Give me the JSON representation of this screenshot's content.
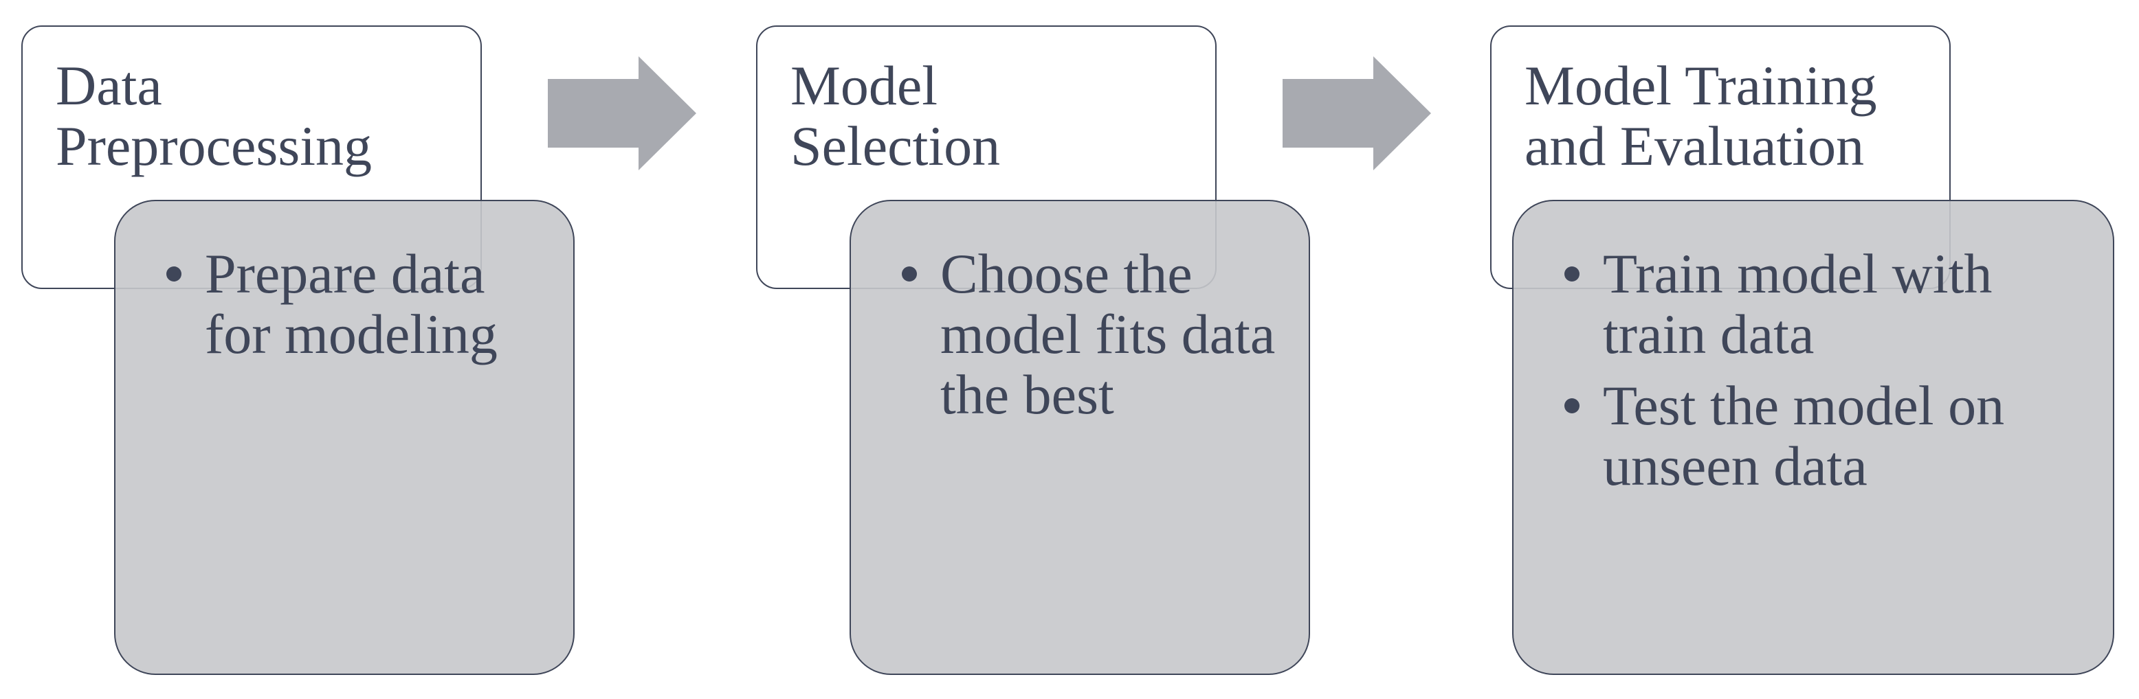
{
  "colors": {
    "text": "#3f4659",
    "border": "#3f4659",
    "detail_fill": "#c7c8cb",
    "arrow_fill": "#a8aab0",
    "background": "#ffffff"
  },
  "steps": [
    {
      "title": "Data\nPreprocessing",
      "bullets": [
        "Prepare data for modeling"
      ]
    },
    {
      "title": "Model\nSelection",
      "bullets": [
        "Choose the model fits data the best"
      ]
    },
    {
      "title": "Model Training\nand Evaluation",
      "bullets": [
        "Train model with train data",
        "Test the model on unseen data"
      ]
    }
  ],
  "connectors": [
    {
      "from": "Data Preprocessing",
      "to": "Model Selection",
      "icon": "right-arrow-icon"
    },
    {
      "from": "Model Selection",
      "to": "Model Training and Evaluation",
      "icon": "right-arrow-icon"
    }
  ]
}
